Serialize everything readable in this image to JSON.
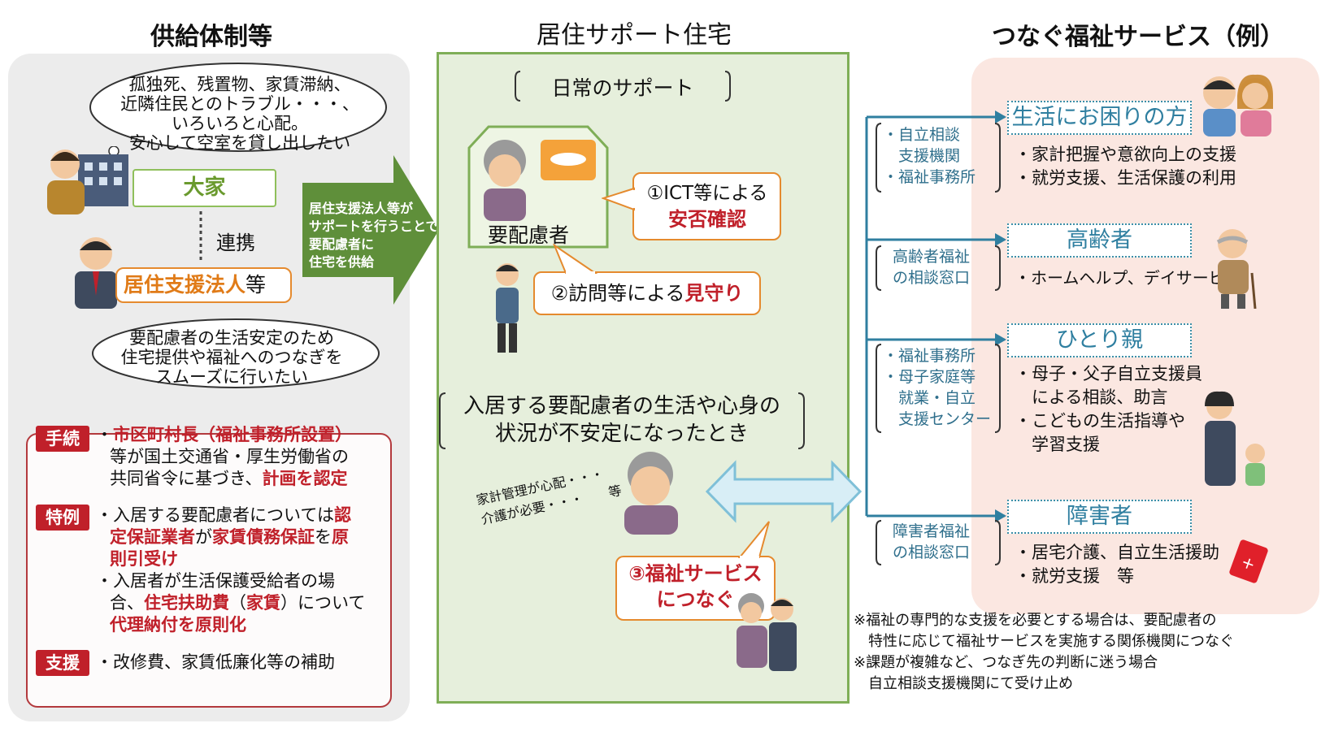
{
  "titles": {
    "left": "供給体制等",
    "center": "居住サポート住宅",
    "right": "つなぐ福祉サービス（例）"
  },
  "left": {
    "cloud_top": [
      "孤独死、残置物、家賃滞納、",
      "近隣住民とのトラブル・・・、",
      "いろいろと心配。",
      "安心して空室を貸し出したい"
    ],
    "landlord": "大家",
    "link": "連携",
    "corp_main": "居住支援法人",
    "corp_suffix": "等",
    "cloud_bottom": [
      "要配慮者の生活安定のため",
      "住宅提供や福祉へのつなぎを",
      "スムーズに行いたい"
    ],
    "arrow_text": [
      "居住支援法人等が",
      "サポートを行うことで",
      "要配慮者に",
      "住宅を供給"
    ],
    "procedures": {
      "tag": "手続",
      "l1_prefix": "・",
      "l1_red": "市区町村長（福祉事務所設置）",
      "l2": "等が国土交通省・厚生労働省の",
      "l3_a": "共同省令に基づき、",
      "l3_red": "計画を認定"
    },
    "exception": {
      "tag": "特例",
      "l1_a": "・入居する要配慮者については",
      "l1_red": "認",
      "l2_red1": "定保証業者",
      "l2_b": "が",
      "l2_red2": "家賃債務保証",
      "l2_c": "を",
      "l2_red3": "原",
      "l3_red": "則引受け",
      "l4": "・入居者が生活保護受給者の場",
      "l5_a": "合、",
      "l5_red1": "住宅扶助費",
      "l5_b": "（",
      "l5_red2": "家賃",
      "l5_c": "）について",
      "l6_red": "代理納付を原則化"
    },
    "support": {
      "tag": "支援",
      "l1": "・改修費、家賃低廉化等の補助"
    }
  },
  "center": {
    "daily": "日常のサポート",
    "person": "要配慮者",
    "c1_a": "①ICT等による",
    "c1_red": "安否確認",
    "c2_a": "②訪問等による",
    "c2_red": "見守り",
    "unstable": [
      "入居する要配慮者の生活や心身の",
      "状況が不安定になったとき"
    ],
    "worry": [
      "家計管理が心配・・・",
      "介護が必要・・・　　等"
    ],
    "c3_red1": "③福祉サービス",
    "c3_red2": "につなぐ"
  },
  "right": {
    "groups": [
      {
        "org": [
          "・自立相談",
          "　支援機関",
          "・福祉事務所"
        ],
        "label": "生活にお困りの方",
        "items": [
          "・家計把握や意欲向上の支援",
          "・就労支援、生活保護の利用"
        ]
      },
      {
        "org": [
          "高齢者福祉",
          "の相談窓口"
        ],
        "label": "高齢者",
        "items": [
          "・ホームヘルプ、デイサービス"
        ]
      },
      {
        "org": [
          "・福祉事務所",
          "・母子家庭等",
          "　就業・自立",
          "　支援センター"
        ],
        "label": "ひとり親",
        "items": [
          "・母子・父子自立支援員",
          "　による相談、助言",
          "・こどもの生活指導や",
          "　学習支援"
        ]
      },
      {
        "org": [
          "障害者福祉",
          "の相談窓口"
        ],
        "label": "障害者",
        "items": [
          "・居宅介護、自立生活援助",
          "・就労支援　等"
        ]
      }
    ],
    "notes": [
      "※福祉の専門的な支援を必要とする場合は、要配慮者の",
      "　特性に応じて福祉サービスを実施する関係機関につなぐ",
      "※課題が複雑など、つなぎ先の判断に迷う場合",
      "　自立相談支援機関にて受け止め"
    ]
  },
  "colors": {
    "red": "#c0202a",
    "green": "#5f8f3a",
    "teal": "#2f7fa0",
    "orange": "#e58a2e"
  }
}
